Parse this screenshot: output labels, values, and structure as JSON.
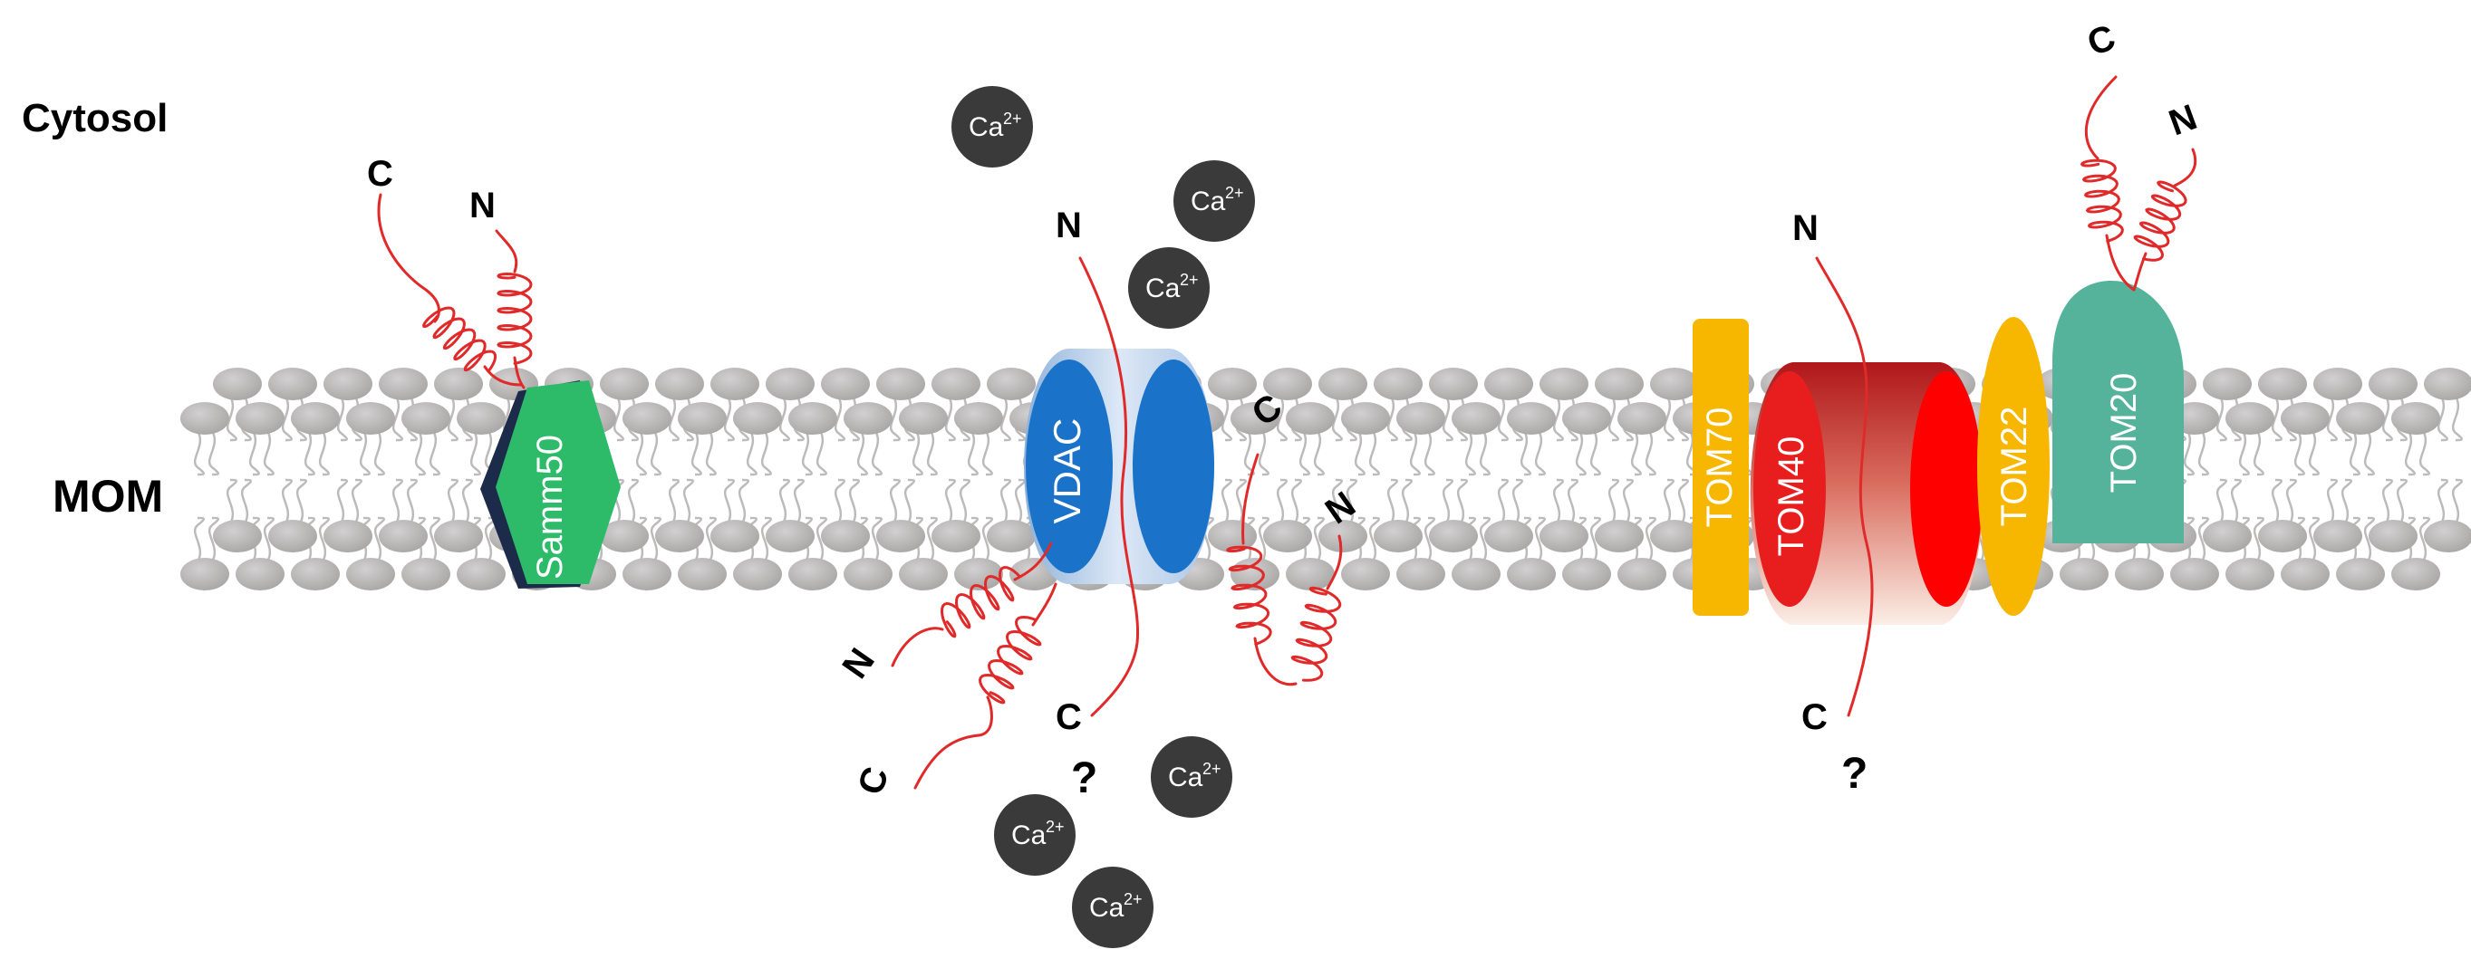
{
  "regions": {
    "top": "Cytosol",
    "membrane": "MOM"
  },
  "ions": {
    "label": "Ca",
    "charge": "2+"
  },
  "proteins": {
    "samm50": "Samm50",
    "vdac": "VDAC",
    "tom70": "TOM70",
    "tom40": "TOM40",
    "tom22": "TOM22",
    "tom20": "TOM20"
  },
  "termini": {
    "c": "C",
    "n": "N",
    "unknown": "?"
  },
  "colors": {
    "lipid_head": "#b4b1b1",
    "ion": "#3a3a3a",
    "helix": "#e02a2a",
    "samm50": "#2dbb6a",
    "vdac": "#1a73c9",
    "tom70": "#f7b700",
    "tom40": "#e81e1e",
    "tom22": "#f7b700",
    "tom20": "#55b39c"
  }
}
